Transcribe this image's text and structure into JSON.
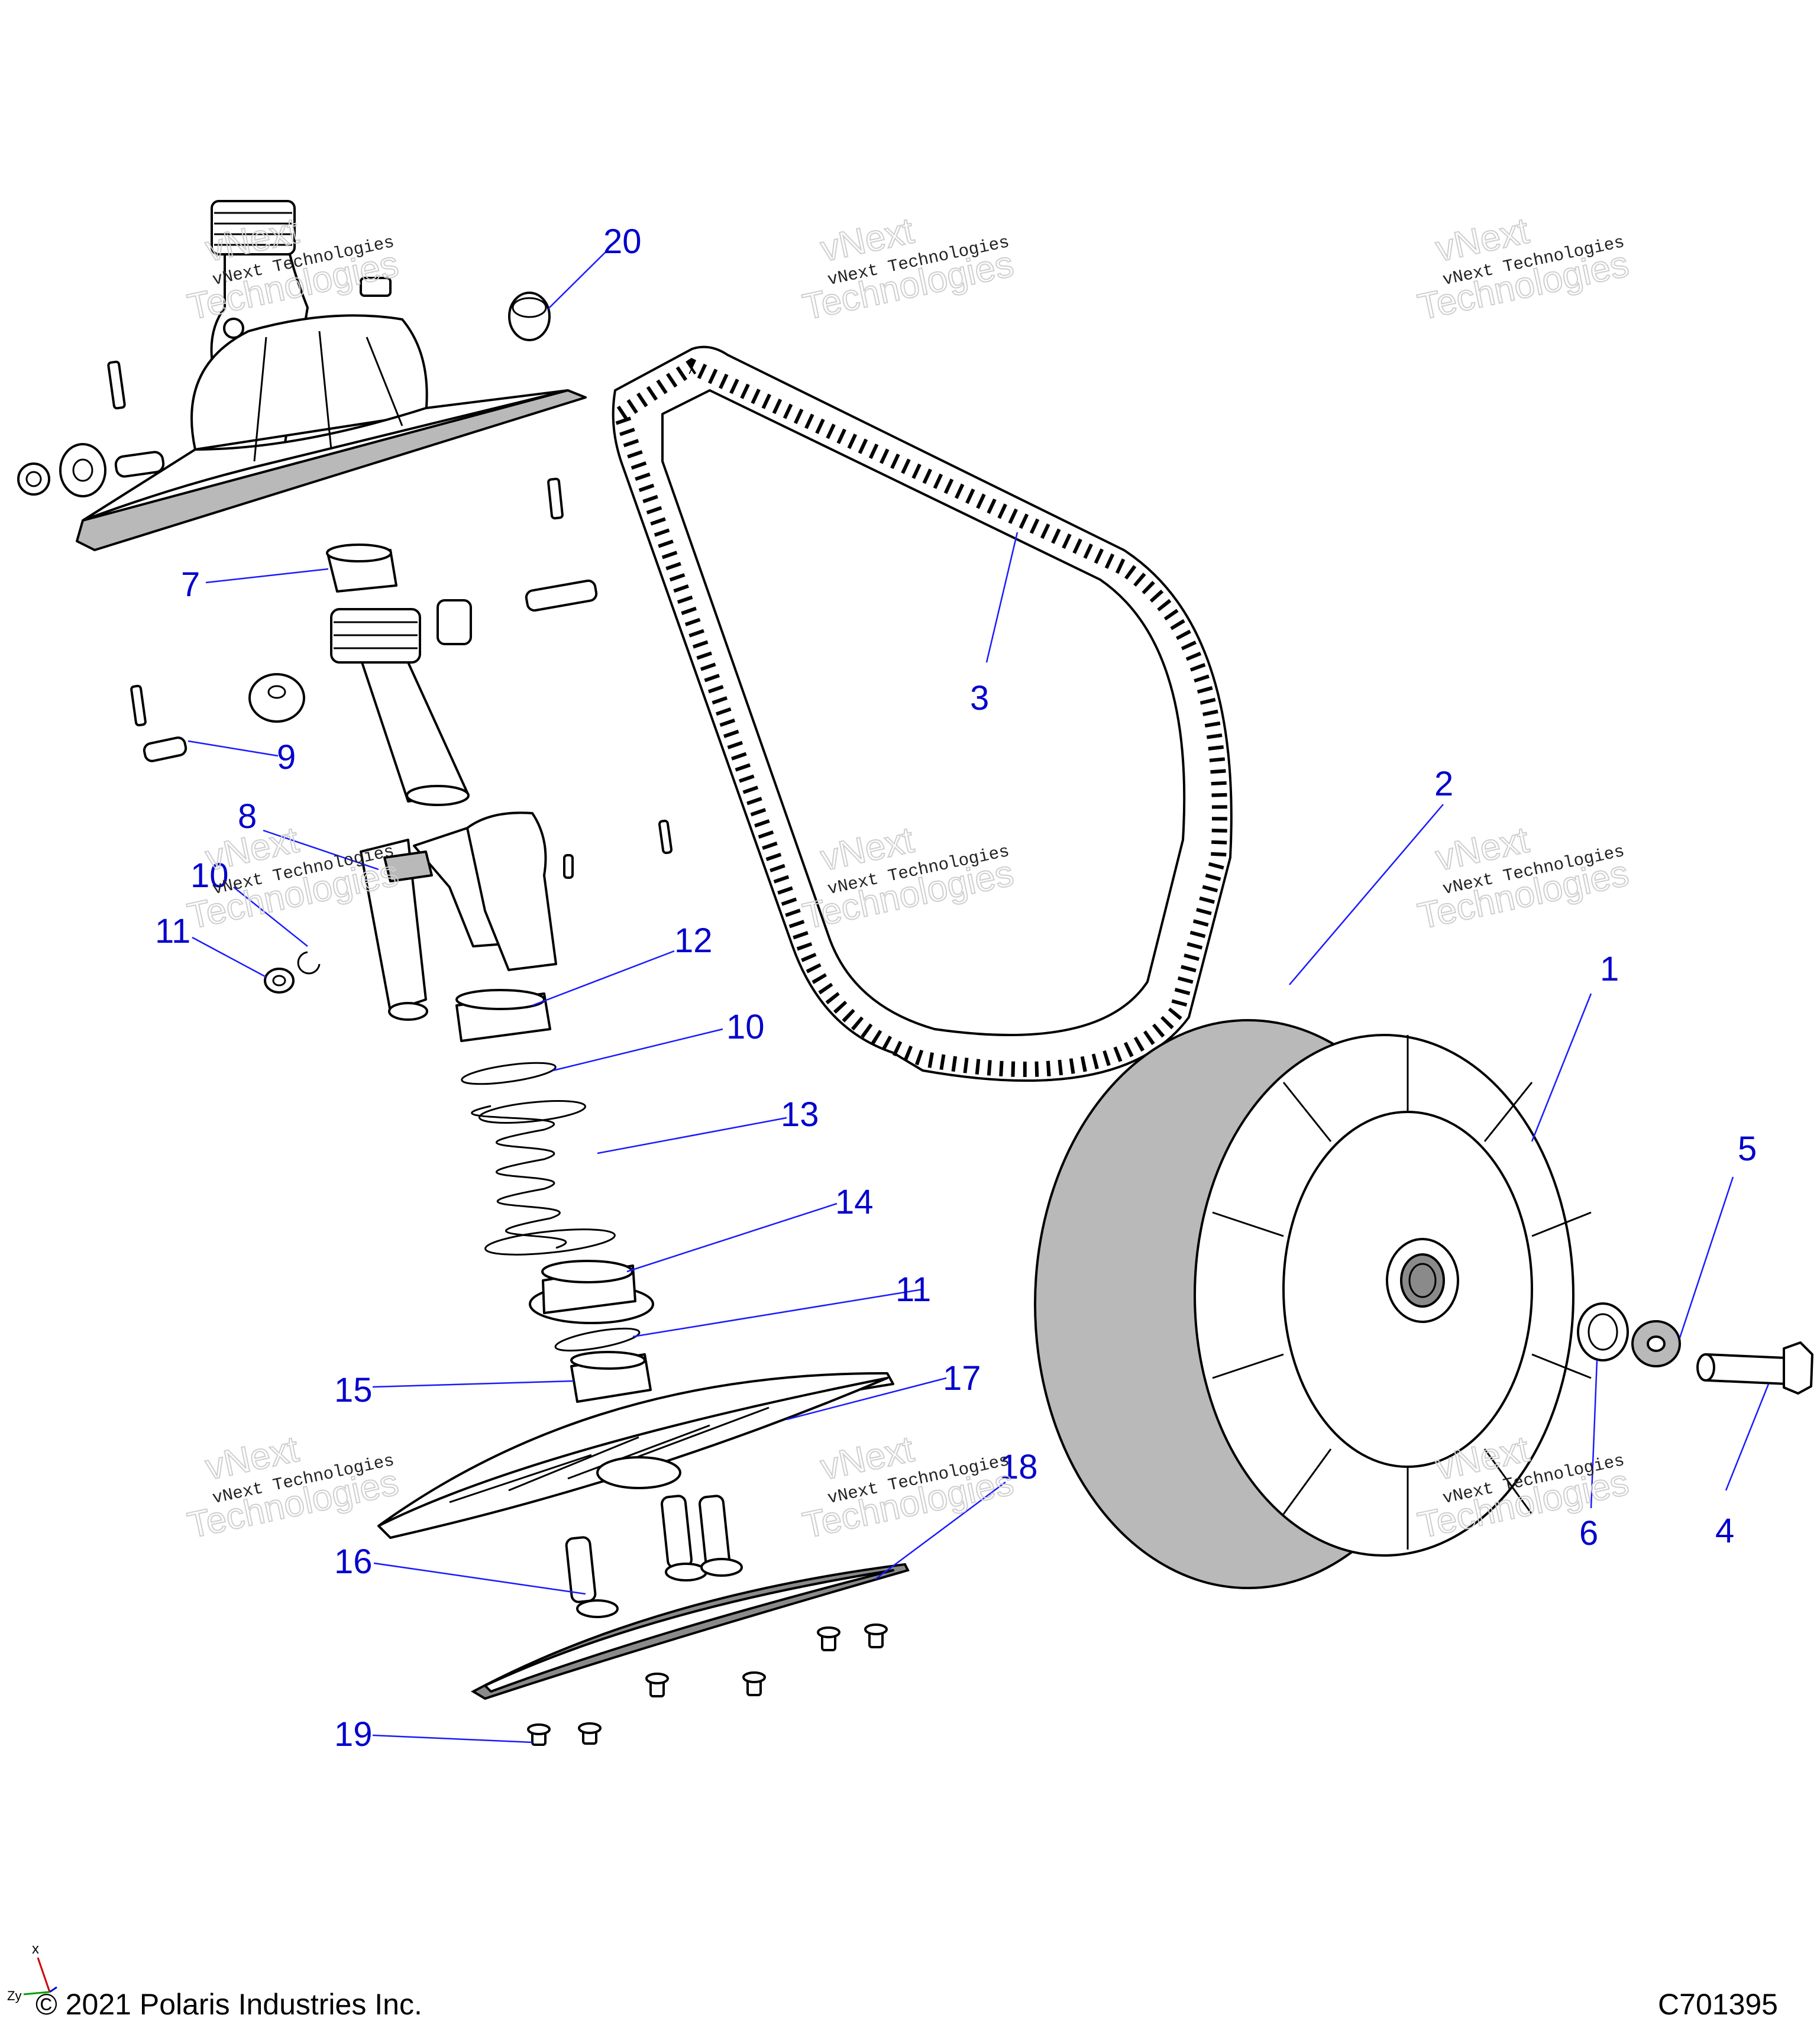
{
  "callouts": [
    {
      "id": "1",
      "label": "1"
    },
    {
      "id": "2",
      "label": "2"
    },
    {
      "id": "3",
      "label": "3"
    },
    {
      "id": "4",
      "label": "4"
    },
    {
      "id": "5",
      "label": "5"
    },
    {
      "id": "6",
      "label": "6"
    },
    {
      "id": "7",
      "label": "7"
    },
    {
      "id": "8",
      "label": "8"
    },
    {
      "id": "9",
      "label": "9"
    },
    {
      "id": "10a",
      "label": "10"
    },
    {
      "id": "10b",
      "label": "10"
    },
    {
      "id": "11a",
      "label": "11"
    },
    {
      "id": "11b",
      "label": "11"
    },
    {
      "id": "12",
      "label": "12"
    },
    {
      "id": "13",
      "label": "13"
    },
    {
      "id": "14",
      "label": "14"
    },
    {
      "id": "15",
      "label": "15"
    },
    {
      "id": "16",
      "label": "16"
    },
    {
      "id": "17",
      "label": "17"
    },
    {
      "id": "18",
      "label": "18"
    },
    {
      "id": "19",
      "label": "19"
    },
    {
      "id": "20",
      "label": "20"
    }
  ],
  "watermark": {
    "line1": "vNext Technologies",
    "big_line1": "vNext",
    "big_line2": "Technologies"
  },
  "footer": {
    "copyright": "© 2021 Polaris Industries Inc.",
    "figure_code": "C701395"
  },
  "axis": {
    "x": "x",
    "zy": "Zy"
  },
  "colors": {
    "callout": "#0000cc",
    "leader": "#1a1aff",
    "fill_gray": "#b9b9b9"
  }
}
